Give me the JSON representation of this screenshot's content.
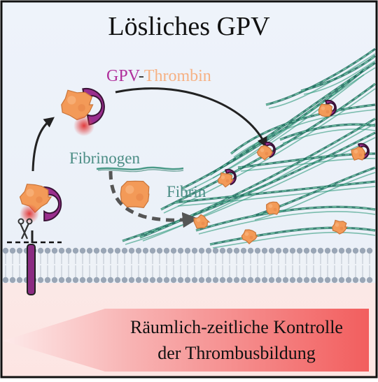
{
  "title": "Lösliches GPV",
  "labels": {
    "gpv": "GPV",
    "dash": "-",
    "thrombin": "Thrombin",
    "fibrinogen": "Fibrinogen",
    "fibrin": "Fibrin"
  },
  "banner": {
    "line1": "Räumlich-zeitliche Kontrolle",
    "line2": "der Thrombusbildung"
  },
  "colors": {
    "gpv": "#B0309C",
    "thrombin": "#F6B184",
    "fibrin_label": "#4A8C84",
    "protein": "#F39A58",
    "gpv_fill": "#9A2E8E",
    "fiber_green": "#2E9A7C",
    "membrane": "#9AA6B6",
    "banner_red": "#F26464"
  }
}
